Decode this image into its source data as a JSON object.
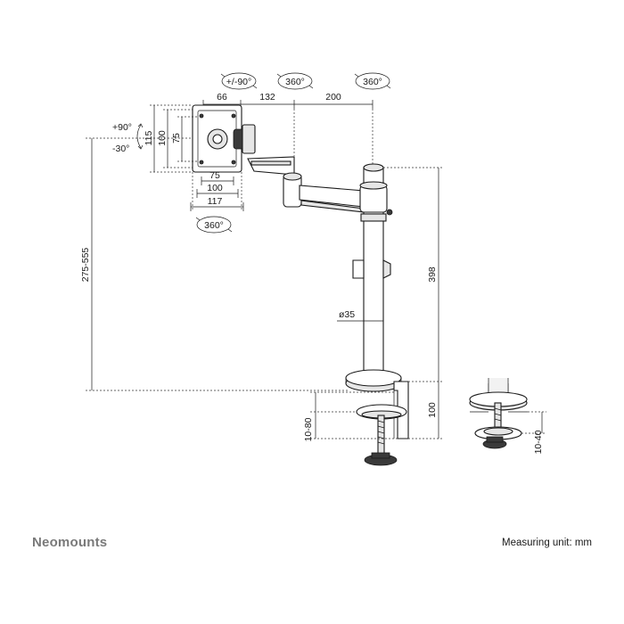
{
  "brand": "Neomounts",
  "measuring_unit": "Measuring unit: mm",
  "rotations": {
    "tilt_rotation": "+/-90°",
    "arm_rotation_1": "360°",
    "arm_rotation_2": "360°",
    "vesa_rotation": "360°"
  },
  "tilt": {
    "up": "+90°",
    "down": "-30°"
  },
  "dimensions": {
    "arm_66": "66",
    "arm_132": "132",
    "arm_200": "200",
    "vesa_height_115": "115",
    "vesa_height_100": "100",
    "vesa_height_75": "75",
    "vesa_width_75": "75",
    "vesa_width_100": "100",
    "vesa_width_117": "117",
    "height_range": "275-555",
    "pole_height": "398",
    "pole_diameter": "ø35",
    "clamp_height": "100",
    "desk_thickness": "10-80",
    "grommet_thickness": "10-40"
  }
}
